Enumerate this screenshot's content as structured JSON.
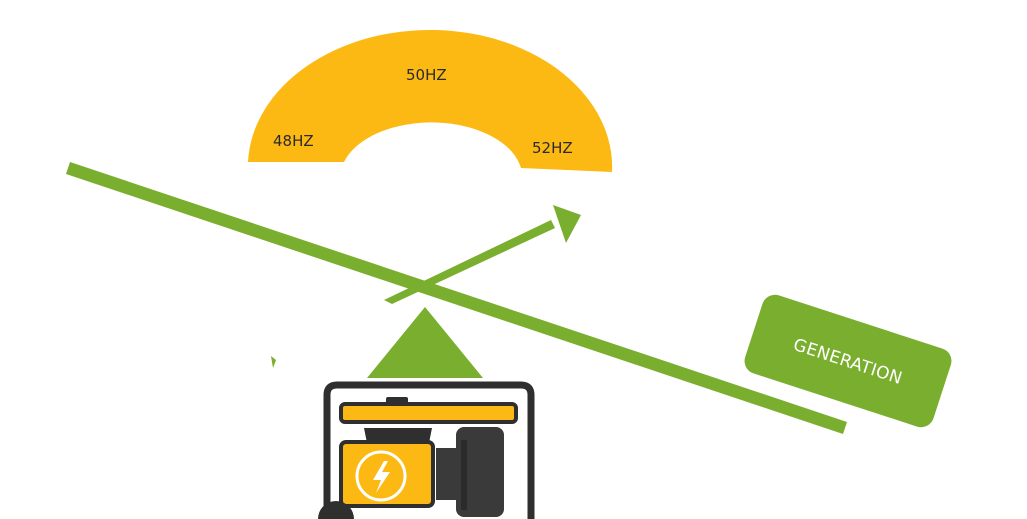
{
  "frequency_gauge": {
    "left_label": "48HZ",
    "center_label": "50HZ",
    "right_label": "52HZ",
    "color": "#FDB913"
  },
  "balance": {
    "beam_color": "#7AAE2E",
    "pivot_color": "#7AAE2E",
    "tilt": "down to the right"
  },
  "generation_box": {
    "label": "GENERATION",
    "color": "#7AAE2E"
  },
  "generator": {
    "icon": "generator-icon",
    "bolt_icon": "lightning-bolt-icon",
    "accent_color": "#FDB913",
    "frame_color": "#2f2f2f"
  }
}
